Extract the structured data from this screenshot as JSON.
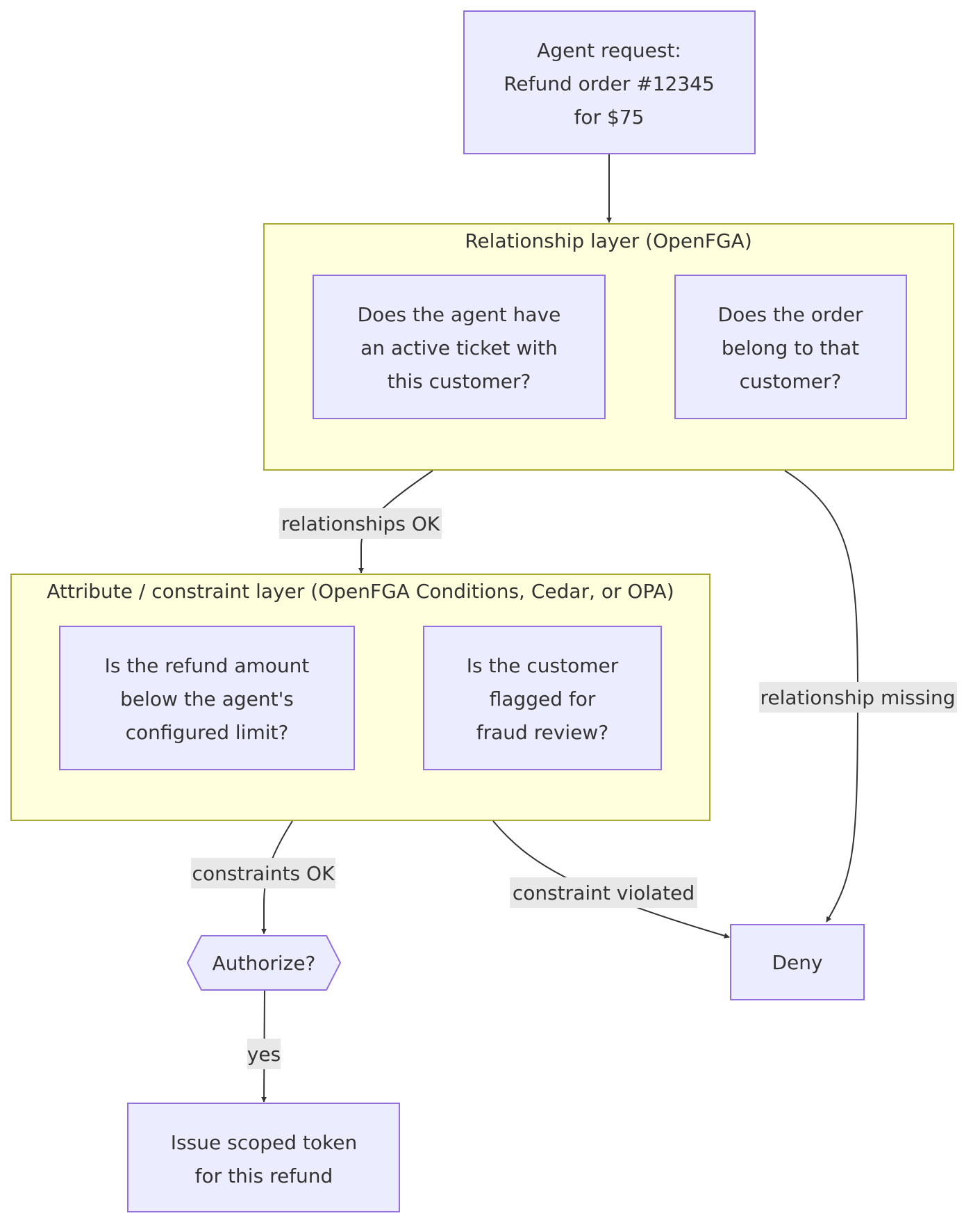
{
  "nodes": {
    "agent_request": {
      "lines": [
        "Agent request:",
        "Refund order #12345",
        "for $75"
      ]
    },
    "active_ticket": {
      "lines": [
        "Does the agent have",
        "an active ticket with",
        "this customer?"
      ]
    },
    "order_belongs": {
      "lines": [
        "Does the order",
        "belong to that",
        "customer?"
      ]
    },
    "refund_limit": {
      "lines": [
        "Is the refund amount",
        "below the agent's",
        "configured limit?"
      ]
    },
    "fraud_review": {
      "lines": [
        "Is the customer",
        "flagged for",
        "fraud review?"
      ]
    },
    "authorize": {
      "lines": [
        "Authorize?"
      ]
    },
    "deny": {
      "lines": [
        "Deny"
      ]
    },
    "issue_token": {
      "lines": [
        "Issue scoped token",
        "for this refund"
      ]
    }
  },
  "groups": {
    "relationship": {
      "title": "Relationship layer (OpenFGA)"
    },
    "attribute": {
      "title": "Attribute / constraint layer (OpenFGA Conditions, Cedar, or OPA)"
    }
  },
  "edges": {
    "relationships_ok": "relationships OK",
    "relationship_missing": "relationship missing",
    "constraints_ok": "constraints OK",
    "constraint_violated": "constraint violated",
    "yes": "yes"
  },
  "colors": {
    "node_fill": "#ececff",
    "node_stroke": "#9370db",
    "group_fill": "#ffffde",
    "group_stroke": "#aaaa33",
    "edge": "#333333",
    "edge_label_bg": "#e8e8e8"
  }
}
